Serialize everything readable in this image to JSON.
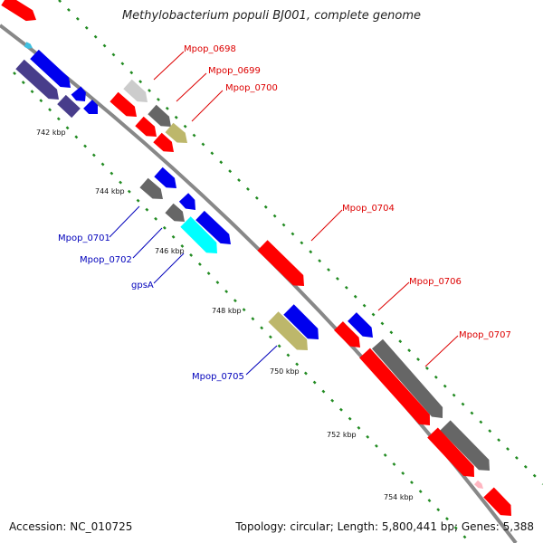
{
  "title": "Methylobacterium populi BJ001, complete genome",
  "footer": {
    "accession": "Accession: NC_010725",
    "summary": "Topology: circular; Length: 5,800,441 bp; Genes: 5,388"
  },
  "colors": {
    "red": "#ff0000",
    "blue": "#0000ee",
    "dark_gray": "#666666",
    "light_gray": "#cccccc",
    "olive": "#bdb76b",
    "cyan": "#00ffff",
    "dark_slate_blue": "#483d8b",
    "backbone": "#888888",
    "tick_green": "#228b22",
    "label_red": "#dd0000",
    "label_blue": "#0000bb"
  },
  "ticks": [
    "742 kbp",
    "744 kbp",
    "746 kbp",
    "748 kbp",
    "750 kbp",
    "752 kbp",
    "754 kbp"
  ],
  "labels_red": [
    "Mpop_0698",
    "Mpop_0699",
    "Mpop_0700",
    "Mpop_0704",
    "Mpop_0706",
    "Mpop_0707"
  ],
  "labels_blue": [
    "Mpop_0701",
    "Mpop_0702",
    "gpsA",
    "Mpop_0705"
  ]
}
